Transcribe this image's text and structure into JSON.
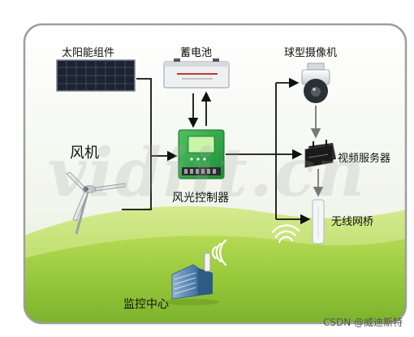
{
  "labels": {
    "solar_panel": "太阳能组件",
    "battery": "蓄电池",
    "wind_turbine": "风机",
    "controller": "风光控制器",
    "dome_camera": "球型摄像机",
    "video_server": "视频服务器",
    "wireless_bridge": "无线网桥",
    "monitor_center": "监控中心"
  },
  "watermark": "vidiit.cn",
  "credit": "CSDN @威迪斯特",
  "colors": {
    "frame_border": "#9e9e9e",
    "sky_top": "#ffffff",
    "grass": "#9ccc3a",
    "arrow": "#111111",
    "controller_body": "#2fa84a",
    "battery_label": "#c0392b"
  },
  "icons": [
    "solar-panel-icon",
    "battery-icon",
    "wind-turbine-icon",
    "controller-icon",
    "dome-camera-icon",
    "video-server-icon",
    "wireless-bridge-icon",
    "building-icon",
    "wifi-signal-icon"
  ]
}
